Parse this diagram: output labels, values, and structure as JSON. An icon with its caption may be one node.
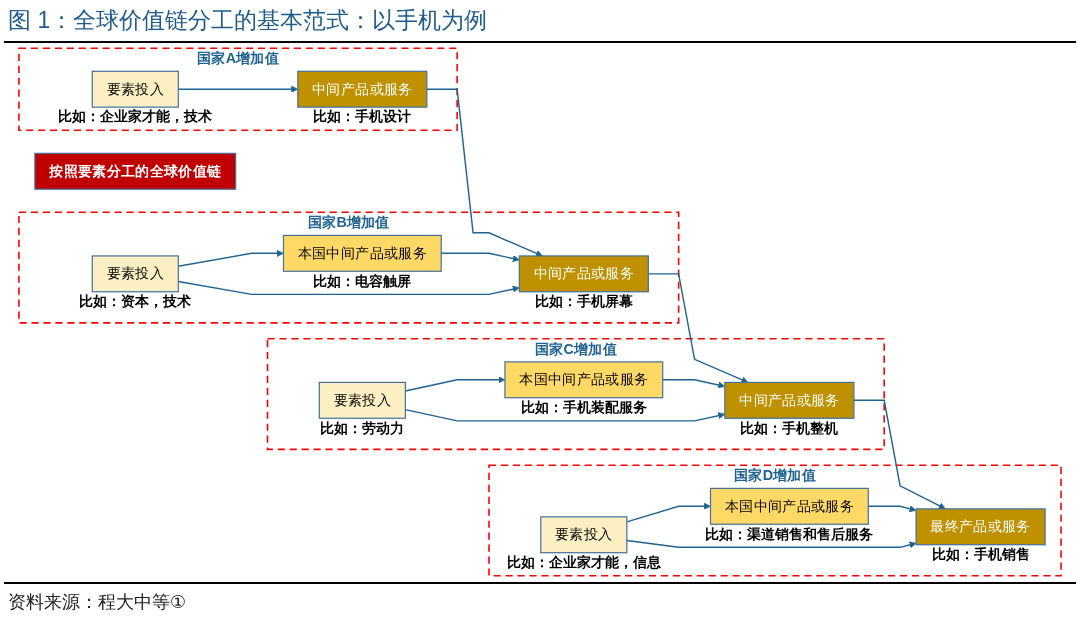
{
  "diagram": {
    "title": "图 1：全球价值链分工的基本范式：以手机为例",
    "caption": "资料来源：程大中等①",
    "nodes": [
      {
        "text": [
          "按照要素分工的全球价值链"
        ]
      },
      {
        "text": [
          "国家A增加值"
        ]
      },
      {
        "text": [
          "要素投入"
        ],
        "in": 1,
        "beside": [
          "比如：企业家才能，技术"
        ]
      },
      {
        "text": [
          "中间产品或服务"
        ],
        "in": 1,
        "beside": [
          "比如：手机设计"
        ]
      },
      {
        "text": [
          "国家B增加值"
        ]
      },
      {
        "text": [
          "本国中间产品或服务"
        ],
        "in": 4,
        "beside": [
          "比如：电容触屏"
        ]
      },
      {
        "text": [
          "要素投入"
        ],
        "in": 4,
        "beside": [
          "比如：资本，技术"
        ]
      },
      {
        "text": [
          "中间产品或服务"
        ],
        "in": 4,
        "beside": [
          "比如：手机屏幕"
        ]
      },
      {
        "text": [
          "国家C增加值"
        ]
      },
      {
        "text": [
          "本国中间产品或服务"
        ],
        "in": 8,
        "beside": [
          "比如：手机装配服务"
        ]
      },
      {
        "text": [
          "要素投入"
        ],
        "in": 8,
        "beside": [
          "比如：劳动力"
        ]
      },
      {
        "text": [
          "中间产品或服务"
        ],
        "in": 8,
        "beside": [
          "比如：手机整机"
        ]
      },
      {
        "text": [
          "国家D增加值"
        ]
      },
      {
        "text": [
          "本国中间产品或服务"
        ],
        "in": 12,
        "beside": [
          "比如：渠道销售和售后服务"
        ]
      },
      {
        "text": [
          "要素投入"
        ],
        "in": 12,
        "beside": [
          "比如：企业家才能，信息"
        ]
      },
      {
        "text": [
          "最终产品或服务"
        ],
        "in": 12,
        "beside": [
          "比如：手机销售"
        ]
      }
    ],
    "edges": [
      {
        "from": 2,
        "to": 3,
        "arrow": "to"
      },
      {
        "from": 3,
        "to": 7,
        "arrow": "to"
      },
      {
        "from": 6,
        "to": 5,
        "arrow": "to"
      },
      {
        "from": 5,
        "to": 7,
        "arrow": "to"
      },
      {
        "from": 6,
        "to": 7,
        "arrow": "to"
      },
      {
        "from": 7,
        "to": 11,
        "arrow": "to"
      },
      {
        "from": 10,
        "to": 9,
        "arrow": "to"
      },
      {
        "from": 9,
        "to": 11,
        "arrow": "to"
      },
      {
        "from": 10,
        "to": 11,
        "arrow": "to"
      },
      {
        "from": 11,
        "to": 15,
        "arrow": "to"
      },
      {
        "from": 14,
        "to": 13,
        "arrow": "to"
      },
      {
        "from": 13,
        "to": 15,
        "arrow": "to"
      },
      {
        "from": 14,
        "to": 15,
        "arrow": "to"
      }
    ]
  }
}
